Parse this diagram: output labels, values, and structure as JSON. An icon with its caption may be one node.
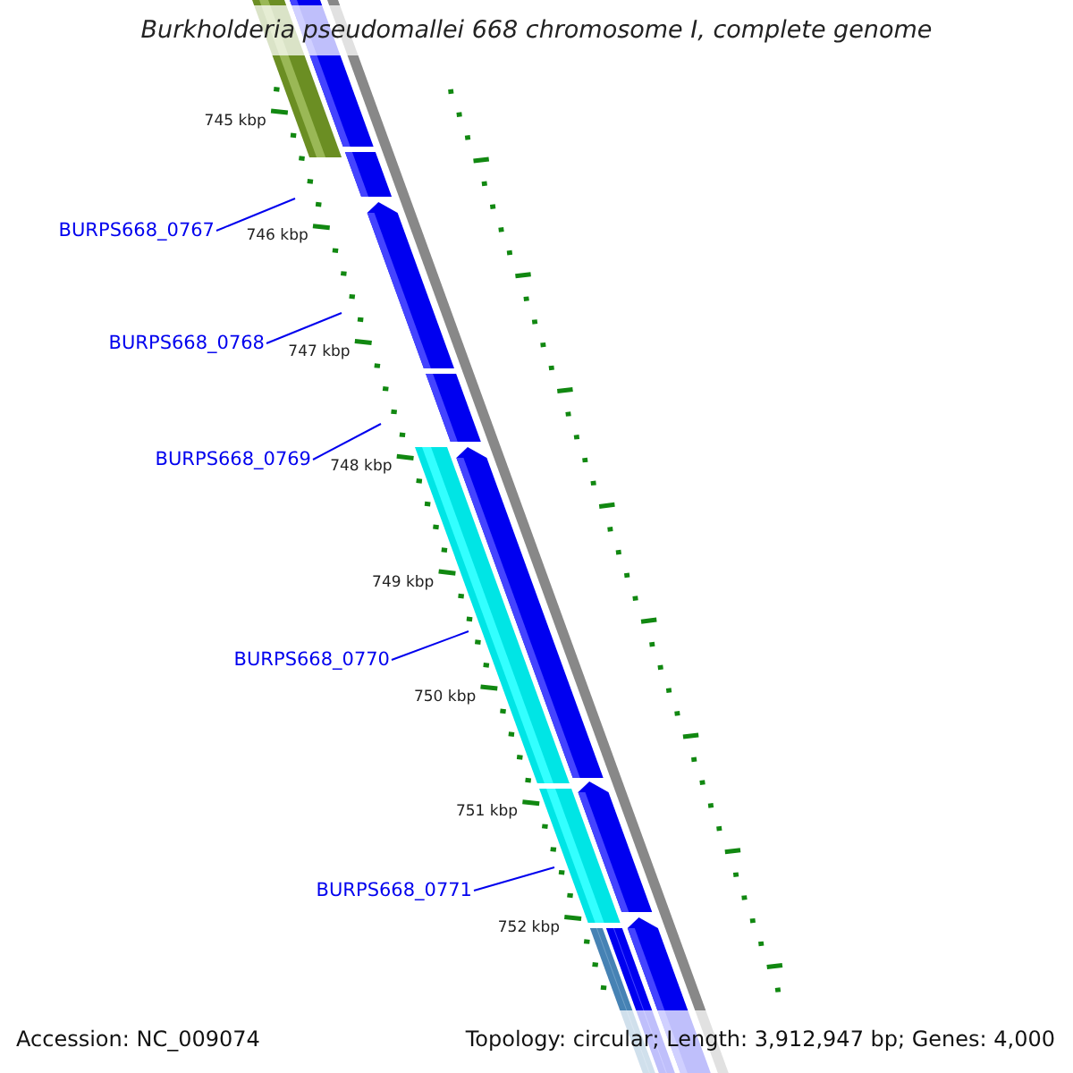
{
  "diagram": {
    "title": "Burkholderia pseudomallei 668 chromosome I, complete genome",
    "nodes": [
      {
        "text": [
          "BURPS668_0767"
        ]
      },
      {
        "text": [
          "BURPS668_0768"
        ]
      },
      {
        "text": [
          "BURPS668_0769"
        ]
      },
      {
        "text": [
          "BURPS668_0770"
        ]
      },
      {
        "text": [
          "BURPS668_0771"
        ]
      }
    ],
    "edges": [
      {
        "from": 0,
        "to": null,
        "arrow": "none"
      },
      {
        "from": 1,
        "to": null,
        "arrow": "none"
      },
      {
        "from": 2,
        "to": null,
        "arrow": "none"
      },
      {
        "from": 3,
        "to": null,
        "arrow": "none"
      },
      {
        "from": 4,
        "to": null,
        "arrow": "none"
      }
    ],
    "labels": [
      "745 kbp",
      "746 kbp",
      "747 kbp",
      "748 kbp",
      "749 kbp",
      "750 kbp",
      "751 kbp",
      "752 kbp",
      "Accession: NC_009074",
      "Topology: circular; Length: 3,912,947 bp; Genes: 4,000"
    ]
  }
}
